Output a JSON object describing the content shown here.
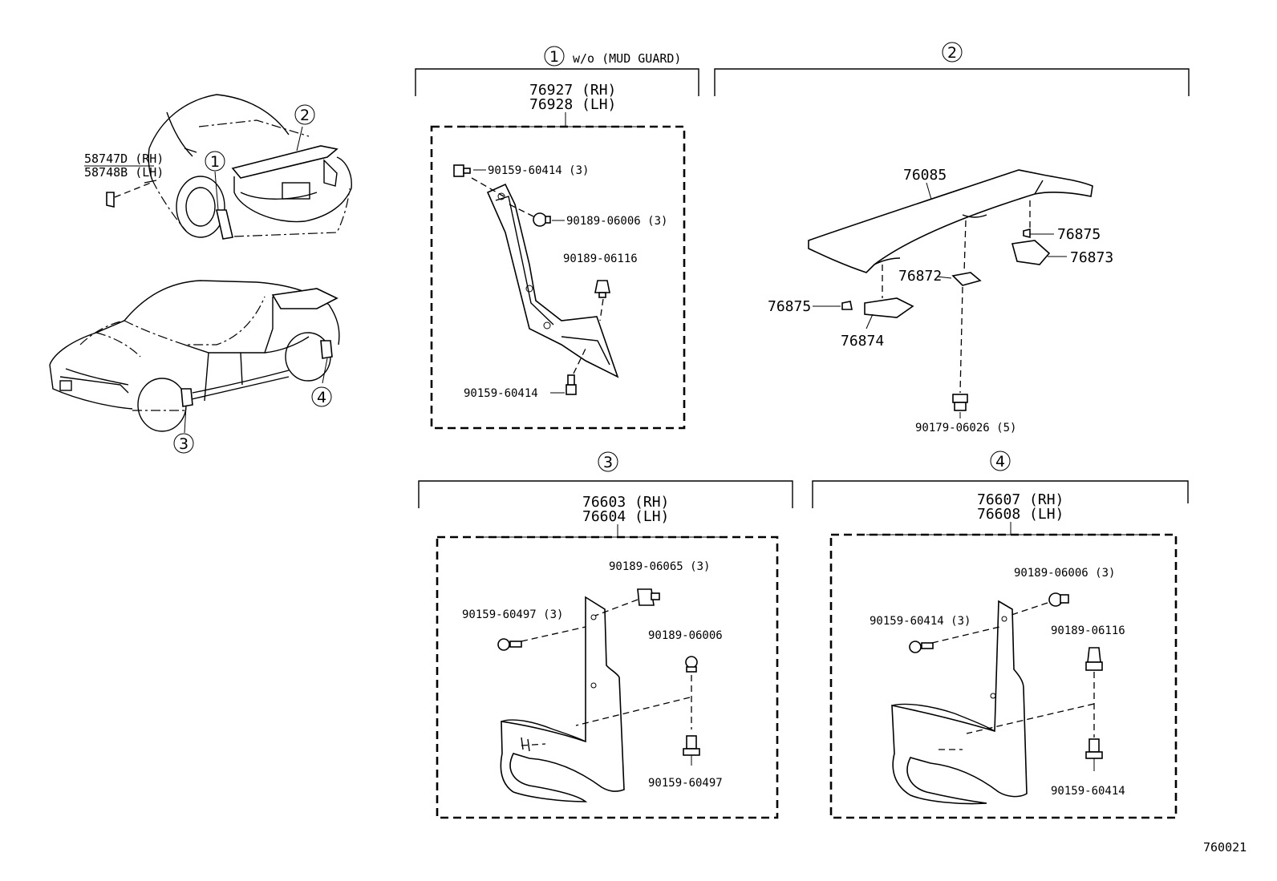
{
  "diagram_id": "760021",
  "overview": {
    "emblem_rh": "58747D (RH)",
    "emblem_lh": "58748B (LH)",
    "callouts": [
      "1",
      "2",
      "3",
      "4"
    ]
  },
  "section1": {
    "num": "1",
    "title": "w/o (MUD  GUARD)",
    "main_rh": "76927 (RH)",
    "main_lh": "76928 (LH)",
    "screw_top": "90159-60414 (3)",
    "clip_a": "90189-06006 (3)",
    "clip_b": "90189-06116",
    "screw_bottom": "90159-60414"
  },
  "section2": {
    "num": "2",
    "spoiler": "76085",
    "cap_right": "76875",
    "bracket_right": "76873",
    "pad": "76872",
    "cap_left": "76875",
    "bracket_left": "76874",
    "nut": "90179-06026 (5)"
  },
  "section3": {
    "num": "3",
    "main_rh": "76603 (RH)",
    "main_lh": "76604 (LH)",
    "clip_top": "90189-06065 (3)",
    "screw_side": "90159-60497 (3)",
    "clip_mid": "90189-06006",
    "screw_bottom": "90159-60497"
  },
  "section4": {
    "num": "4",
    "main_rh": "76607 (RH)",
    "main_lh": "76608 (LH)",
    "clip_top": "90189-06006 (3)",
    "screw_side": "90159-60414 (3)",
    "clip_mid": "90189-06116",
    "screw_bottom": "90159-60414"
  }
}
